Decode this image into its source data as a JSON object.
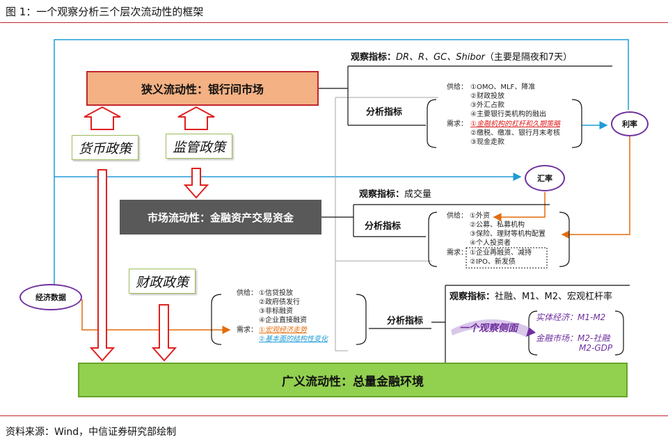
{
  "title": "图 1：一个观察分析三个层次流动性的框架",
  "source": "资料来源：Wind，中信证券研究部绘制",
  "boxes": {
    "narrow": "狭义流动性：银行间市场",
    "market": "市场流动性：金融资产交易资金",
    "broad": "广义流动性：总量金融环境"
  },
  "policies": {
    "monetary": "货币政策",
    "regulatory": "监管政策",
    "fiscal": "财政政策"
  },
  "ellipses": {
    "econ": "经济数据",
    "rate": "利率",
    "fx": "汇率"
  },
  "narrow_panel": {
    "observe_label": "观察指标：",
    "observe_value": "DR、R、GC、Shibor",
    "observe_note": "（主要是隔夜和7天）",
    "analysis_label": "分析指标",
    "supply_label": "供给：",
    "supply": [
      "①OMO、MLF、降准",
      "②财政投放",
      "③外汇占款",
      "④主要银行类机构的融出"
    ],
    "demand_label": "需求：",
    "demand": [
      "①金融机构的杠杆和久期策略",
      "②缴税、缴准、银行月末考核",
      "③现金走款"
    ]
  },
  "market_panel": {
    "observe_label": "观察指标：",
    "observe_value": "成交量",
    "analysis_label": "分析指标",
    "supply_label": "供给：",
    "supply": [
      "①外资",
      "②公募、私募机构",
      "③保险、理财等机构配置",
      "④个人投资者"
    ],
    "demand_label": "需求：",
    "demand": [
      "①企业再融资、减持",
      "②IPO、新发债"
    ]
  },
  "broad_panel": {
    "analysis_label": "分析指标",
    "supply_label": "供给：",
    "supply": [
      "①信贷投放",
      "②政府债发行",
      "③非标融资",
      "④企业直接融资"
    ],
    "demand_label": "需求：",
    "demand": [
      "①宏观经济走势",
      "②基本面的结构性变化"
    ],
    "observe_label": "观察指标：",
    "observe_value": "社融、M1、M2、宏观杠杆率",
    "lens_label": "一个观察侧面",
    "real_economy": "实体经济：M1-M2",
    "fin_market": "金融市场：M2-社融",
    "fin_market_2": "M2-GDP"
  },
  "colors": {
    "accent_red": "#c0262d",
    "narrow_fill": "#f4b183",
    "market_fill": "#595959",
    "broad_fill": "#92d050",
    "arrow_blue": "#1f9bd7",
    "arrow_orange": "#e46c0a",
    "ellipse_purple": "#7030a0"
  }
}
